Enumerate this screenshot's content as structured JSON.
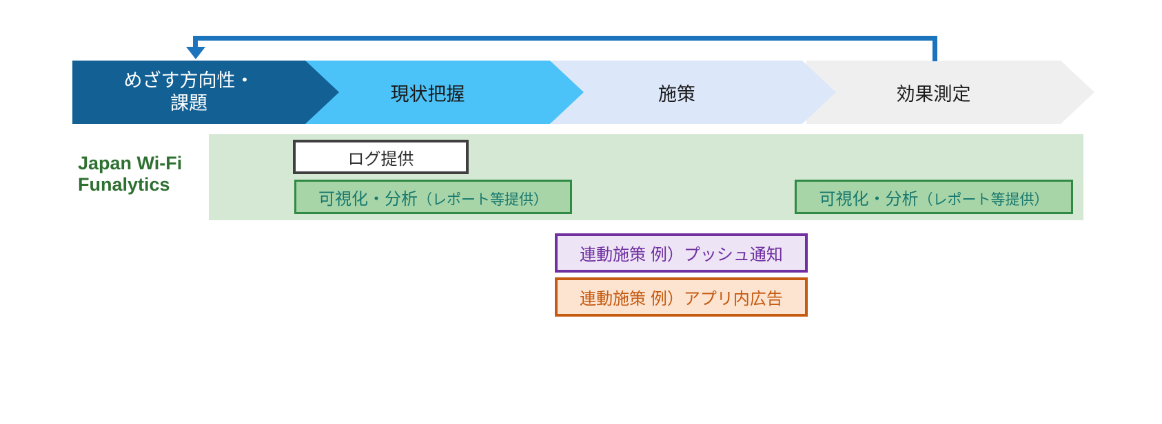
{
  "process": {
    "stages": [
      {
        "id": "goal",
        "label_line1": "めざす方向性・",
        "label_line2": "課題",
        "fill": "#136094",
        "text_color": "#ffffff"
      },
      {
        "id": "current-state",
        "label": "現状把握",
        "fill": "#4cc3f8",
        "text_color": "#1a1a1a"
      },
      {
        "id": "measures",
        "label": "施策",
        "fill": "#dce8f9",
        "text_color": "#1a1a1a"
      },
      {
        "id": "evaluation",
        "label": "効果測定",
        "fill": "#efefef",
        "text_color": "#1a1a1a"
      }
    ]
  },
  "feedback_arrow": {
    "description": "loop from 効果測定 back to めざす方向性・課題",
    "color": "#1b74bc"
  },
  "brand": {
    "line1": "Japan Wi-Fi",
    "line2": "Funalytics",
    "color": "#2e7031"
  },
  "service_band": {
    "fill": "#d5e8d4",
    "log_box": {
      "label": "ログ提供",
      "border": "#3f3f3f",
      "fill": "#ffffff"
    },
    "viz_box": {
      "main": "可視化・分析",
      "sub": "（レポート等提供）",
      "border": "#2f8a43",
      "fill": "#a8d5a8",
      "text_color": "#17786e"
    }
  },
  "linked_measures": {
    "push_box": {
      "label": "連動施策 例）プッシュ通知",
      "border": "#7030a0",
      "fill": "#ede4f5",
      "text_color": "#7030a0"
    },
    "ad_box": {
      "label": "連動施策 例）アプリ内広告",
      "border": "#c55a11",
      "fill": "#fce4d0",
      "text_color": "#c55a11"
    }
  }
}
